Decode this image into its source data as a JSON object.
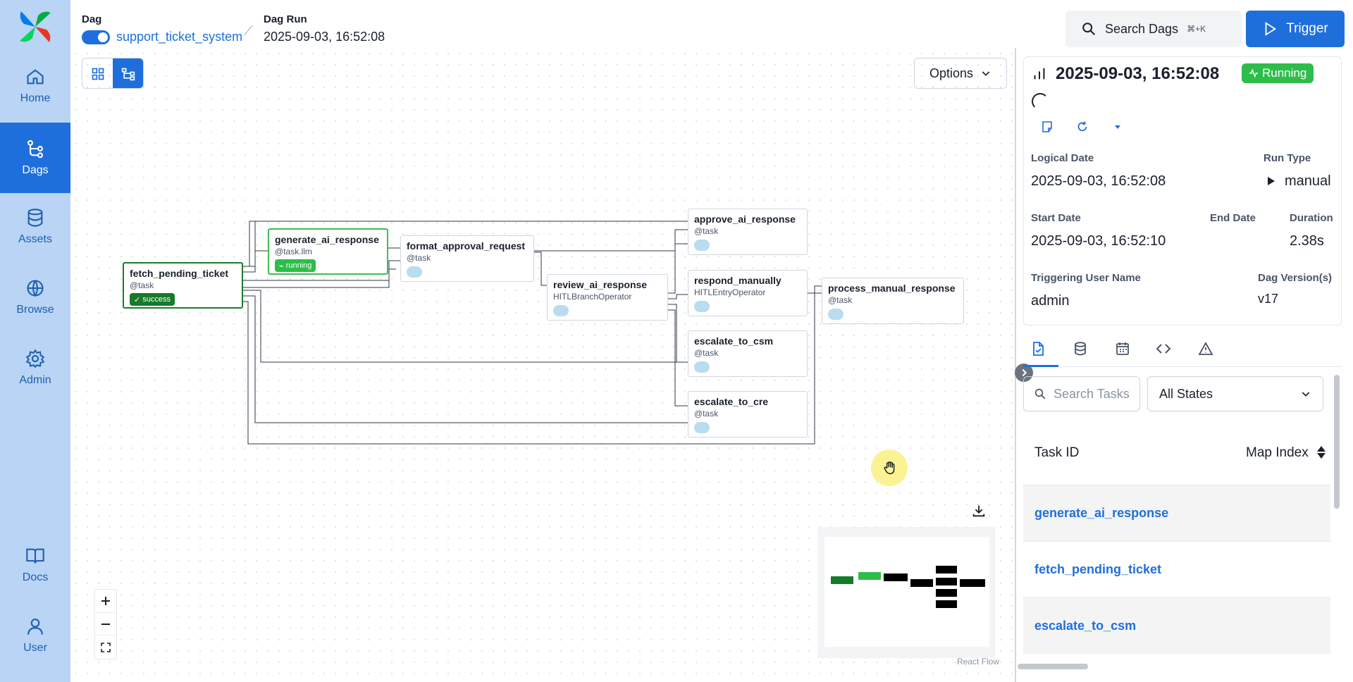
{
  "sidebar": {
    "items": [
      {
        "label": "Home",
        "icon": "home-icon",
        "active": false
      },
      {
        "label": "Dags",
        "icon": "dags-icon",
        "active": true
      },
      {
        "label": "Assets",
        "icon": "database-icon",
        "active": false
      },
      {
        "label": "Browse",
        "icon": "globe-icon",
        "active": false
      },
      {
        "label": "Admin",
        "icon": "gear-icon",
        "active": false
      },
      {
        "label": "Docs",
        "icon": "book-icon",
        "active": false
      },
      {
        "label": "User",
        "icon": "user-icon",
        "active": false
      }
    ]
  },
  "header": {
    "dag_label": "Dag",
    "dag_name": "support_ticket_system",
    "dag_enabled": true,
    "dag_run_label": "Dag Run",
    "dag_run_value": "2025-09-03, 16:52:08",
    "search_label": "Search Dags",
    "search_shortcut": "⌘+K",
    "trigger_label": "Trigger"
  },
  "graph": {
    "options_label": "Options",
    "react_flow_label": "React Flow",
    "nodes": [
      {
        "name": "fetch_pending_ticket",
        "operator": "@task",
        "state": "success",
        "state_label": "success"
      },
      {
        "name": "generate_ai_response",
        "operator": "@task.llm",
        "state": "running",
        "state_label": "running"
      },
      {
        "name": "format_approval_request",
        "operator": "@task",
        "state": "none"
      },
      {
        "name": "review_ai_response",
        "operator": "HITLBranchOperator",
        "state": "none"
      },
      {
        "name": "approve_ai_response",
        "operator": "@task",
        "state": "none"
      },
      {
        "name": "respond_manually",
        "operator": "HITLEntryOperator",
        "state": "none"
      },
      {
        "name": "escalate_to_csm",
        "operator": "@task",
        "state": "none"
      },
      {
        "name": "escalate_to_cre",
        "operator": "@task",
        "state": "none"
      },
      {
        "name": "process_manual_response",
        "operator": "@task",
        "state": "none"
      }
    ]
  },
  "run_panel": {
    "title": "2025-09-03, 16:52:08",
    "state": "Running",
    "state_color": "#2ebd4a",
    "logical_date_label": "Logical Date",
    "logical_date": "2025-09-03, 16:52:08",
    "run_type_label": "Run Type",
    "run_type": "manual",
    "start_date_label": "Start Date",
    "start_date": "2025-09-03, 16:52:10",
    "end_date_label": "End Date",
    "end_date": "",
    "duration_label": "Duration",
    "duration": "2.38s",
    "triggering_user_label": "Triggering User Name",
    "triggering_user": "admin",
    "dag_version_label": "Dag Version(s)",
    "dag_version": "v17"
  },
  "task_list": {
    "search_placeholder": "Search Tasks",
    "state_filter": "All States",
    "col_task_id": "Task ID",
    "col_map_index": "Map Index",
    "rows": [
      "generate_ai_response",
      "fetch_pending_ticket",
      "escalate_to_csm"
    ]
  },
  "colors": {
    "accent": "#1e6fdc",
    "sidebar": "#b9d4f5",
    "success": "#167a2a",
    "running": "#2ebd4a"
  }
}
